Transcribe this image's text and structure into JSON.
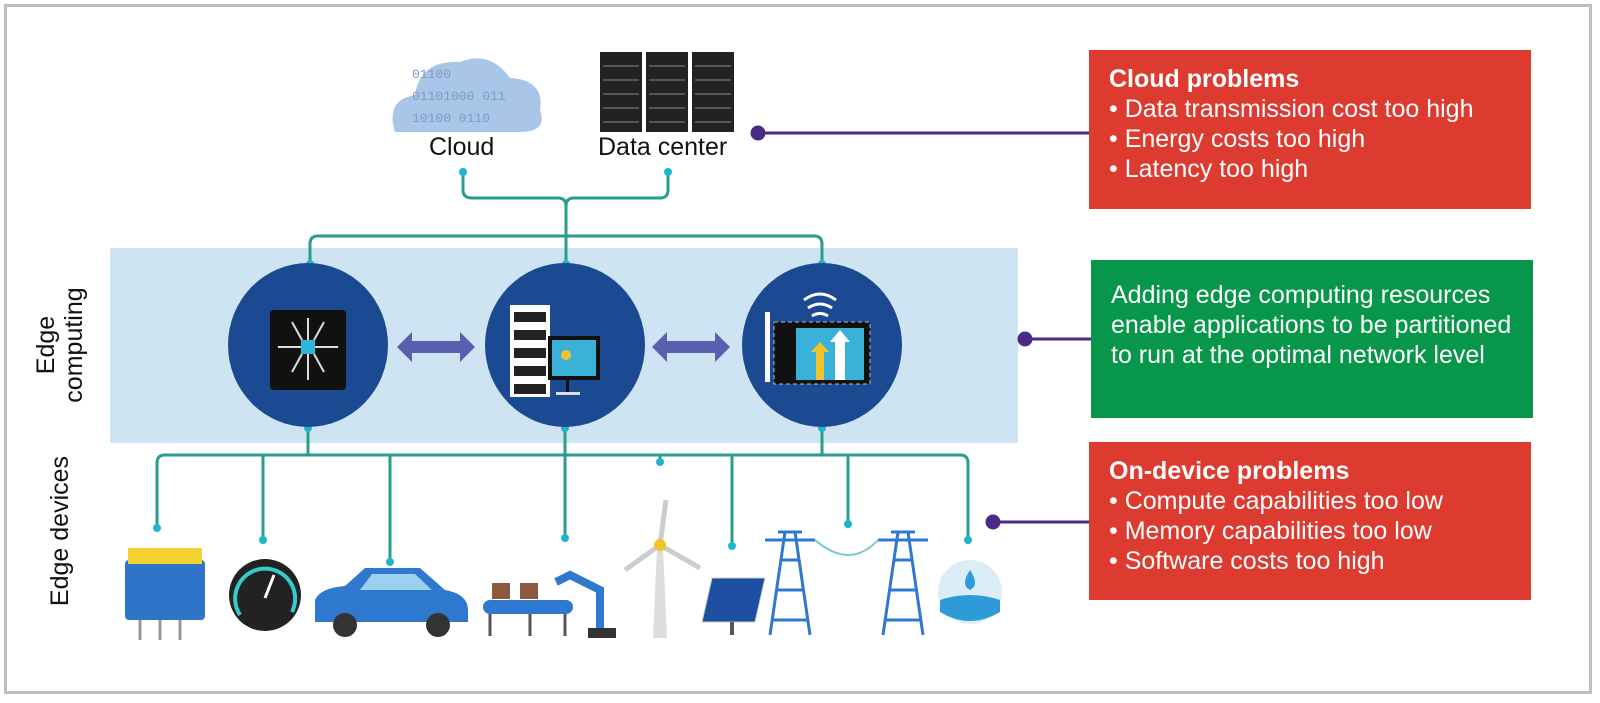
{
  "top": {
    "cloud_label": "Cloud",
    "datacenter_label": "Data center"
  },
  "side_labels": {
    "edge_computing": "Edge computing",
    "edge_devices": "Edge devices"
  },
  "cloud_problems": {
    "title": "Cloud problems",
    "items": [
      "Data transmission cost too high",
      "Energy costs too high",
      "Latency too high"
    ]
  },
  "edge_note": {
    "text": "Adding edge computing resources enable applications to be partitioned to run at the optimal network level"
  },
  "device_problems": {
    "title": "On-device problems",
    "items": [
      "Compute capabilities too low",
      "Memory capabilities too low",
      "Software costs too high"
    ]
  },
  "colors": {
    "problem_box": "#dd3a30",
    "solution_box": "#08974a",
    "connector": "#4b2a87",
    "network_line": "#2a9d8f",
    "edge_band": "#cfe4f2",
    "node_circle": "#1b4a93"
  },
  "icons": {
    "top": [
      "cloud-binary-icon",
      "server-rack-icon"
    ],
    "edge_nodes": [
      "chip-icon",
      "server-monitor-icon",
      "wireless-tablet-chart-icon"
    ],
    "devices": [
      "battery-pack-icon",
      "gauge-icon",
      "car-icon",
      "robot-arm-conveyor-icon",
      "wind-turbine-icon",
      "solar-panel-icon",
      "power-tower-icon",
      "water-drop-icon"
    ]
  }
}
